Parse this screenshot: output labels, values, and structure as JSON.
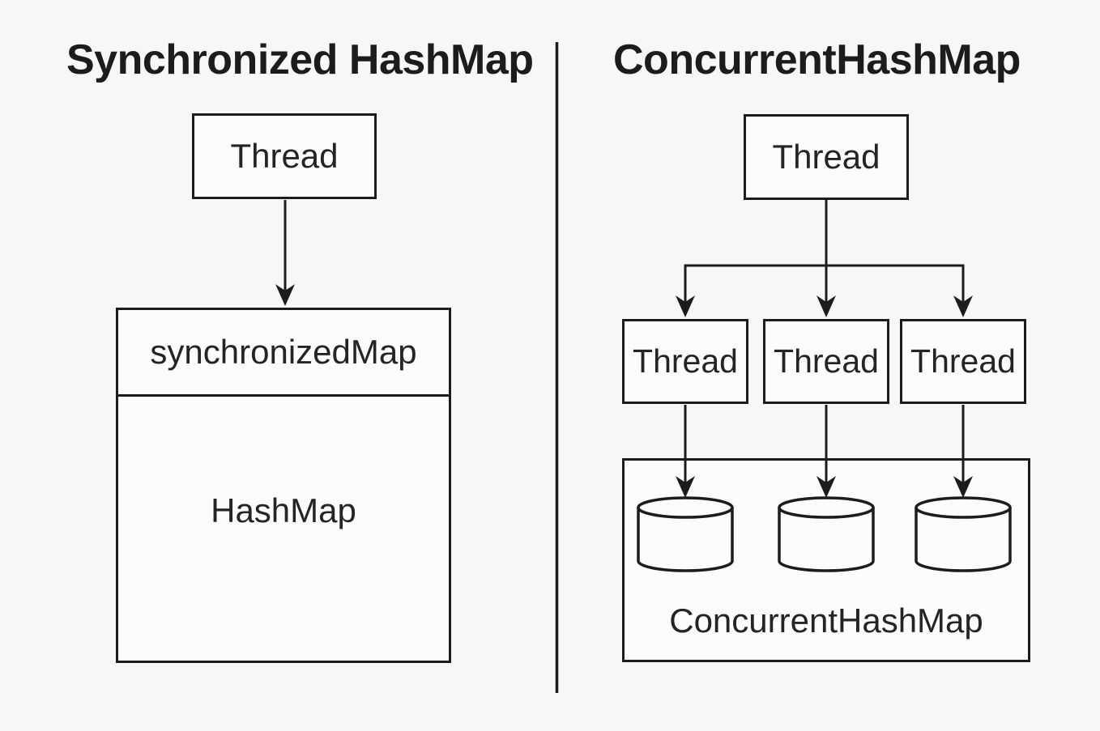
{
  "style": {
    "background": "#f7f7f7",
    "ink": "#1c1c1c",
    "box_fill": "#fcfcfc"
  },
  "left_panel": {
    "title": "Synchronized HashMap",
    "thread_box": {
      "label": "Thread"
    },
    "map_box": {
      "header": "synchronizedMap",
      "body": "HashMap"
    }
  },
  "right_panel": {
    "title": "ConcurrentHashMap",
    "root_thread_box": {
      "label": "Thread"
    },
    "worker_thread_boxes": [
      {
        "label": "Thread"
      },
      {
        "label": "Thread"
      },
      {
        "label": "Thread"
      }
    ],
    "container_box": {
      "label": "ConcurrentHashMap",
      "segment_icons": [
        "database-cylinder-icon",
        "database-cylinder-icon",
        "database-cylinder-icon"
      ]
    }
  }
}
